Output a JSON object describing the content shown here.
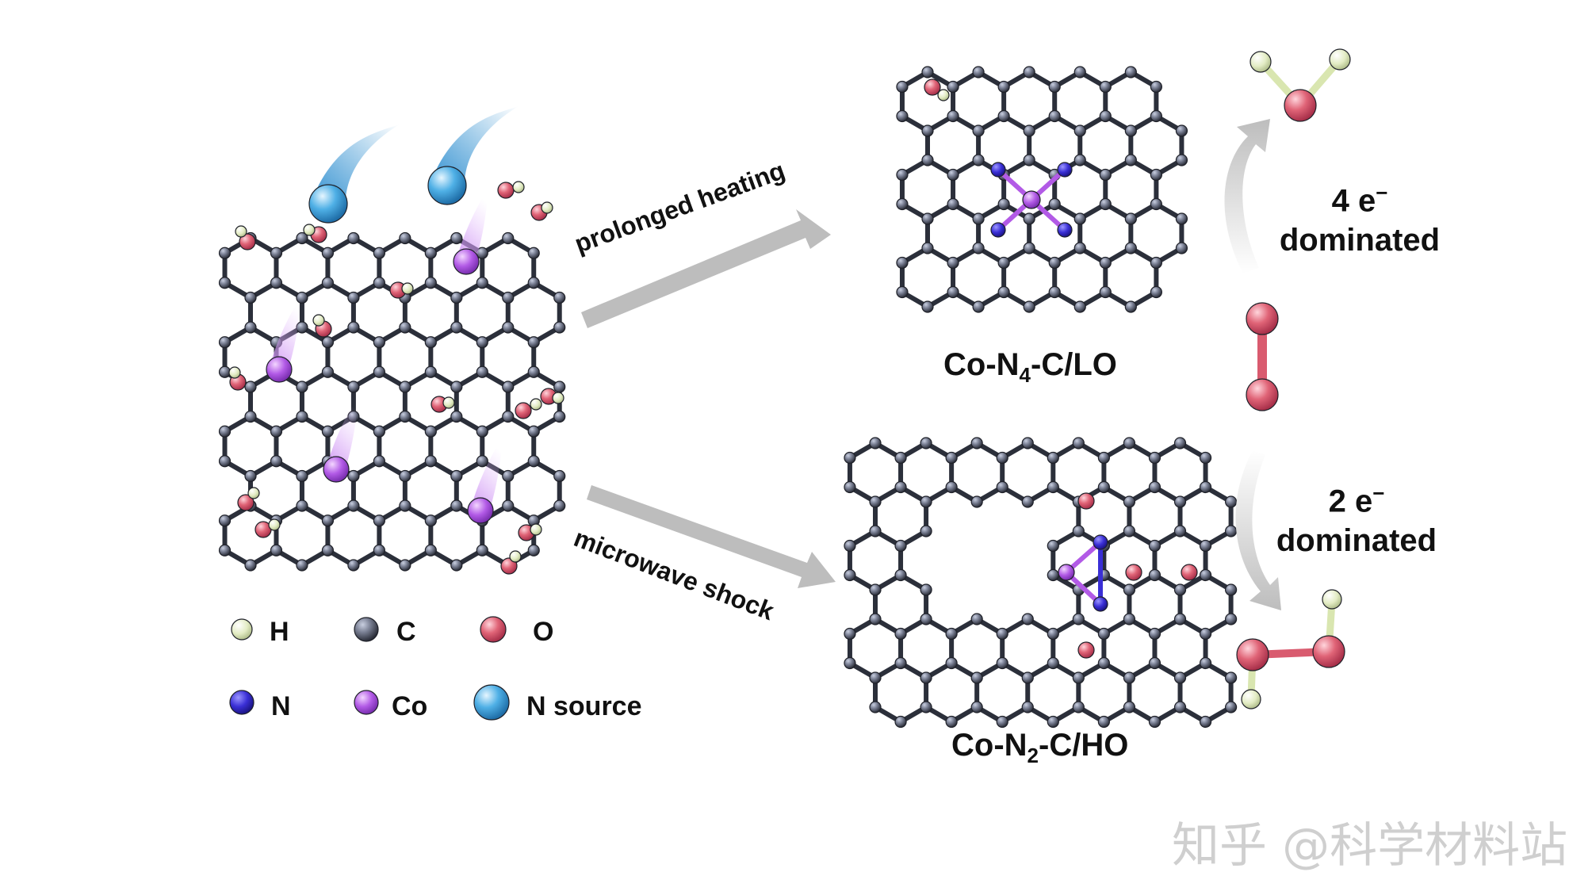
{
  "arrows": {
    "top": "prolonged heating",
    "bottom": "microwave shock"
  },
  "products": {
    "top": {
      "prefix": "Co-N",
      "sub": "4",
      "suffix": "-C/LO"
    },
    "bottom": {
      "prefix": "Co-N",
      "sub": "2",
      "suffix": "-C/HO"
    }
  },
  "pathways": {
    "four_e": {
      "count": "4 e",
      "charge": "−",
      "word": "dominated"
    },
    "two_e": {
      "count": "2 e",
      "charge": "−",
      "word": "dominated"
    }
  },
  "legend": [
    {
      "symbol": "H",
      "color": "#e3ecc4"
    },
    {
      "symbol": "C",
      "color": "#2b2f3a"
    },
    {
      "symbol": "O",
      "color": "#d95b6f"
    },
    {
      "symbol": "N",
      "color": "#3a2fd6"
    },
    {
      "symbol": "Co",
      "color": "#b25ae6"
    },
    {
      "symbol": "N source",
      "color": "#3f9fd9"
    }
  ],
  "watermark": "知乎 @科学材料站"
}
